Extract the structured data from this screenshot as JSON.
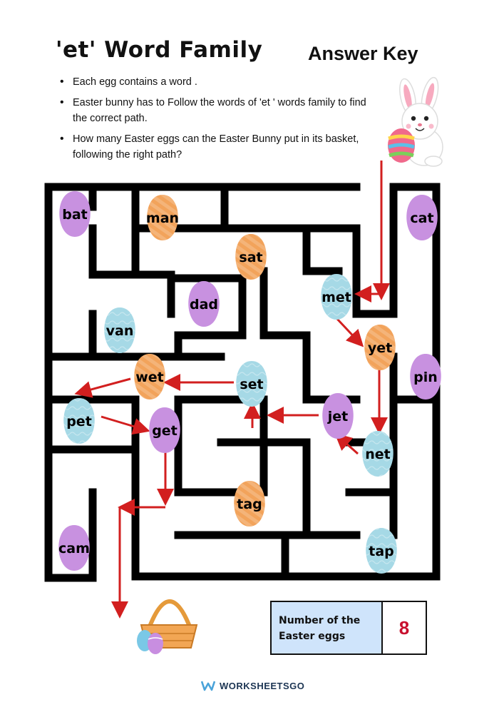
{
  "header": {
    "title": "'et' Word Family",
    "answer_key": "Answer Key"
  },
  "instructions": [
    "Each egg contains a word .",
    "Easter bunny has to Follow the words of 'et ' words family to find the correct path.",
    "How many Easter eggs can the Easter Bunny put in its basket, following the right path?"
  ],
  "eggs": [
    {
      "word": "bat",
      "color": "#c891e0"
    },
    {
      "word": "man",
      "color": "#f2a35b"
    },
    {
      "word": "cat",
      "color": "#c891e0"
    },
    {
      "word": "sat",
      "color": "#f2a35b"
    },
    {
      "word": "met",
      "color": "#a6d9e6"
    },
    {
      "word": "dad",
      "color": "#c891e0"
    },
    {
      "word": "van",
      "color": "#a6d9e6"
    },
    {
      "word": "yet",
      "color": "#f2a35b"
    },
    {
      "word": "wet",
      "color": "#f2a35b"
    },
    {
      "word": "set",
      "color": "#a6d9e6"
    },
    {
      "word": "pin",
      "color": "#c891e0"
    },
    {
      "word": "pet",
      "color": "#a6d9e6"
    },
    {
      "word": "get",
      "color": "#c891e0"
    },
    {
      "word": "jet",
      "color": "#c891e0"
    },
    {
      "word": "net",
      "color": "#a6d9e6"
    },
    {
      "word": "tag",
      "color": "#f2a35b"
    },
    {
      "word": "cam",
      "color": "#c891e0"
    },
    {
      "word": "tap",
      "color": "#a6d9e6"
    }
  ],
  "answer": {
    "label": "Number of the Easter eggs",
    "value": "8"
  },
  "brand": "WORKSHEETSGO",
  "colors": {
    "path_arrow": "#d21f1f",
    "maze_wall": "#000000",
    "answer_label_bg": "#cfe4fb",
    "answer_value": "#c8102e"
  }
}
